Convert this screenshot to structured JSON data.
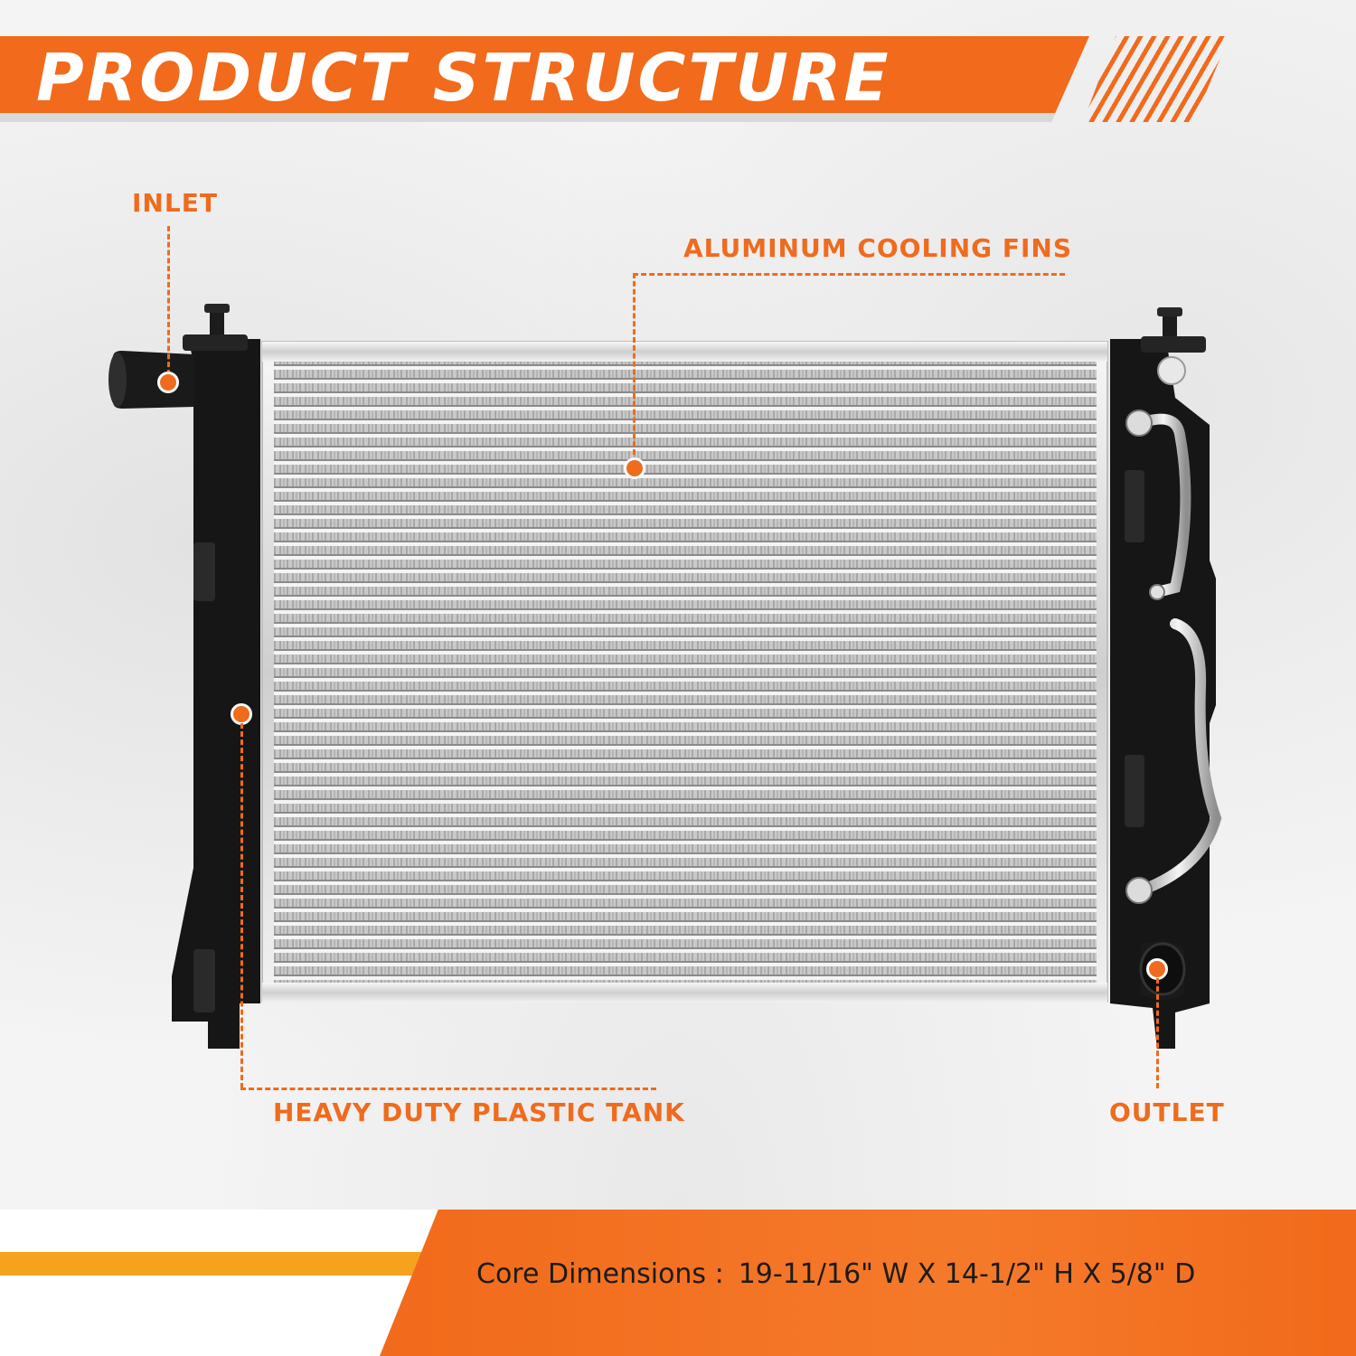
{
  "header": {
    "title": "PRODUCT STRUCTURE"
  },
  "labels": {
    "inlet": "INLET",
    "fins": "ALUMINUM COOLING FINS",
    "tank": "HEAVY DUTY PLASTIC TANK",
    "outlet": "OUTLET"
  },
  "footer": {
    "dimensions_label": "Core Dimensions :",
    "dimensions_value": "19-11/16\" W X 14-1/2\" H X 5/8\" D"
  },
  "colors": {
    "accent": "#ef6b1d",
    "banner": "#f26a1b",
    "footer_yellow": "#f5a21c",
    "tank": "#161616"
  }
}
